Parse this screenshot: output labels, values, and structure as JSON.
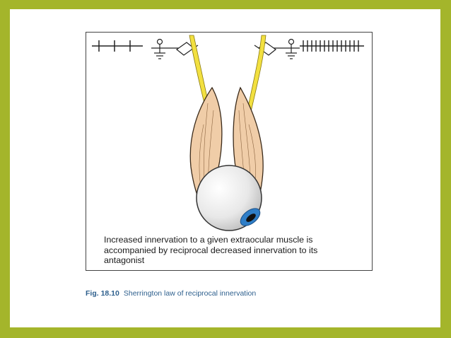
{
  "figure": {
    "description": "Increased innervation to a given extraocular muscle is accompanied by reciprocal decreased innervation to its antagonist",
    "caption_label": "Fig. 18.10",
    "caption_text": "Sherrington law of reciprocal innervation"
  },
  "colors": {
    "background": "#a4b52b",
    "muscle": "#f0cda8",
    "nerve": "#f2e040",
    "iris": "#2f7ec7",
    "caption": "#2d5f8d"
  }
}
